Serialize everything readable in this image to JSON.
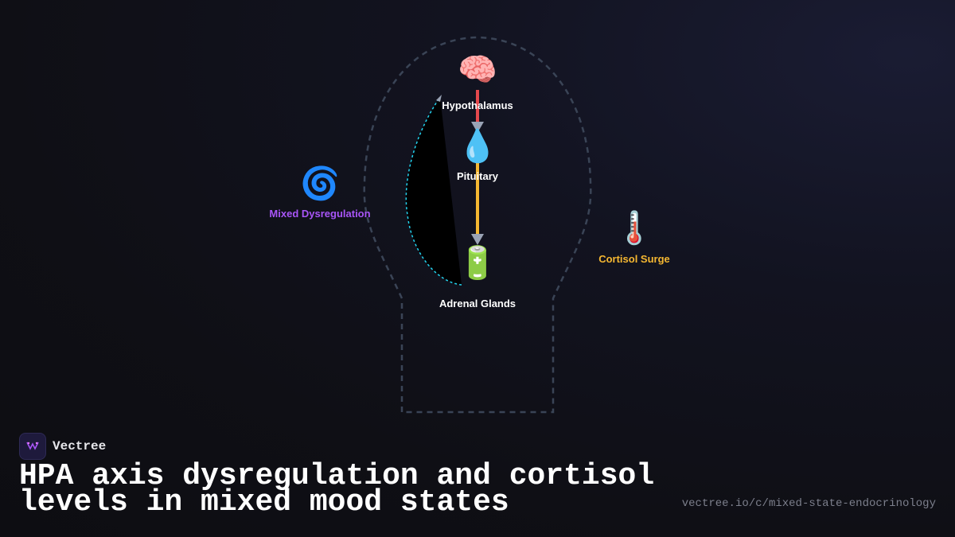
{
  "diagram": {
    "nodes": {
      "hypothalamus": {
        "icon": "brain-icon",
        "emoji": "🧠",
        "label": "Hypothalamus",
        "color": "#ffffff"
      },
      "pituitary": {
        "icon": "droplet-icon",
        "emoji": "💧",
        "label": "Pituitary",
        "color": "#ffffff"
      },
      "adrenal": {
        "icon": "battery-icon",
        "emoji": "🔋",
        "label": "Adrenal Glands",
        "color": "#ffffff"
      },
      "mixed": {
        "icon": "cyclone-icon",
        "emoji": "🌀",
        "label": "Mixed Dysregulation",
        "color": "#a855f7"
      },
      "cortisol": {
        "icon": "thermometer-icon",
        "emoji": "🌡️",
        "label": "Cortisol Surge",
        "color": "#f5b731"
      }
    },
    "colors": {
      "arrow_top": "#e5484d",
      "arrow_mid": "#f5b731",
      "arrowhead": "#9aa3b5",
      "feedback": "#22d3ee",
      "head_outline": "#3a4456"
    }
  },
  "brand": {
    "name": "Vectree",
    "icon": "vectree-logo-icon"
  },
  "title": "HPA axis dysregulation and cortisol levels in mixed mood states",
  "url": "vectree.io/c/mixed-state-endocrinology"
}
